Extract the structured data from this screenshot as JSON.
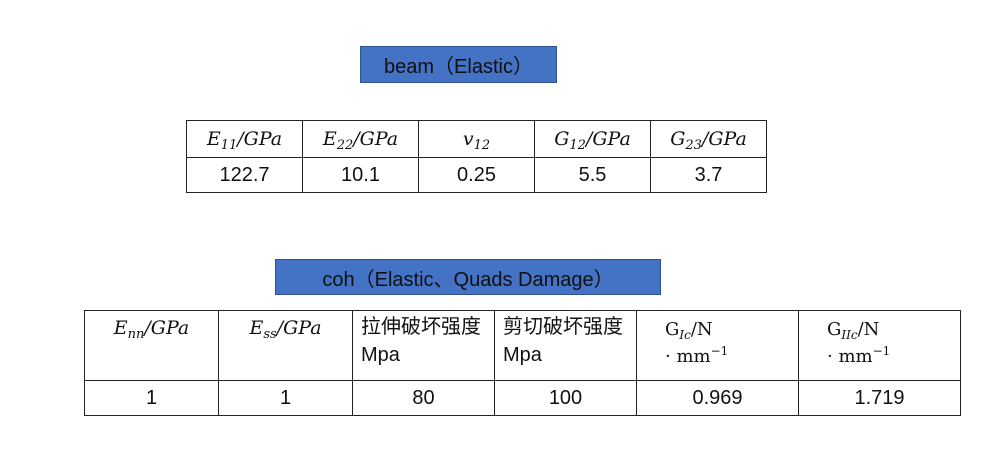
{
  "beam": {
    "title": "beam（Elastic）",
    "headers": {
      "e11": {
        "sym": "E",
        "sub": "11",
        "unit": "/GPa"
      },
      "e22": {
        "sym": "E",
        "sub": "22",
        "unit": "/GPa"
      },
      "v12": {
        "sym": "v",
        "sub": "12"
      },
      "g12": {
        "sym": "G",
        "sub": "12",
        "unit": "/GPa"
      },
      "g23": {
        "sym": "G",
        "sub": "23",
        "unit": "/GPa"
      }
    },
    "values": [
      "122.7",
      "10.1",
      "0.25",
      "5.5",
      "3.7"
    ]
  },
  "coh": {
    "title": "coh（Elastic、Quads Damage）",
    "headers": {
      "enn": {
        "sym": "E",
        "sub": "nn",
        "unit": "/GPa"
      },
      "ess": {
        "sym": "E",
        "sub": "ss",
        "unit": "/GPa"
      },
      "tensile": "拉伸破坏强度Mpa",
      "shear": "剪切破坏强度 Mpa",
      "gic": {
        "sym": "G",
        "sub": "Ic",
        "unit": "/N",
        "line2": "· mm",
        "exp": "−1"
      },
      "giic": {
        "sym": "G",
        "sub": "IIc",
        "unit": "/N",
        "line2": "· mm",
        "exp": "−1"
      }
    },
    "values": [
      "1",
      "1",
      "80",
      "100",
      "0.969",
      "1.719"
    ]
  }
}
